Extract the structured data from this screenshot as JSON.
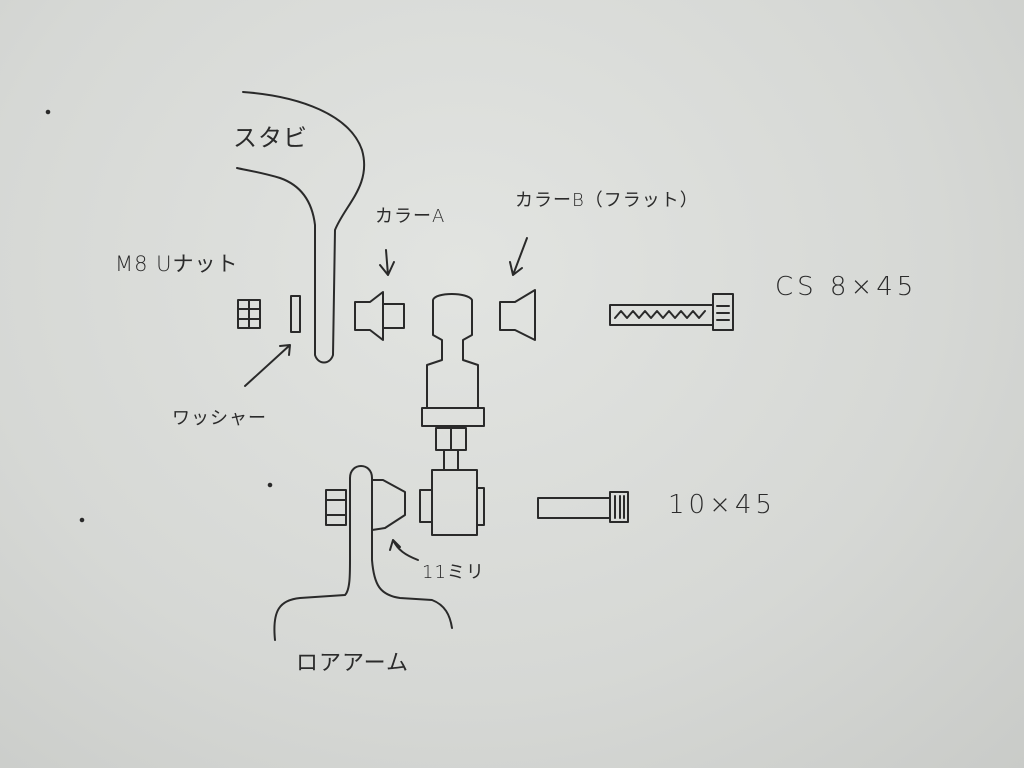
{
  "labels": {
    "stabilizer": "スタビ",
    "nut": "M8 Uナット",
    "collar_a": "カラーA",
    "collar_b": "カラーB（フラット）",
    "bolt_upper": "CS 8×45",
    "washer": "ワッシャー",
    "bolt_lower": "10×45",
    "size_11mm": "11ミリ",
    "lower_arm": "ロアアーム"
  },
  "colors": {
    "paper": "#d9dbd8",
    "ink": "#2a2a2a"
  }
}
